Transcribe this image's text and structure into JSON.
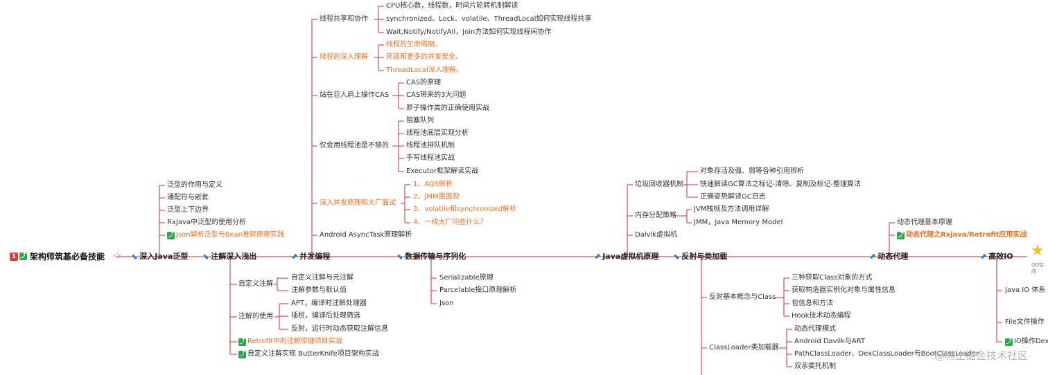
{
  "root": {
    "num_badge": "1",
    "title": "架构师筑基必备技能"
  },
  "main_nodes": {
    "generics": "深入Java泛型",
    "annotations": "注解深入浅出",
    "concurrency": "并发编程",
    "serialization": "数据传输与序列化",
    "jvm": "Java虚拟机原理",
    "reflection": "反射与类加载",
    "proxy": "动态代理",
    "io": "高效IO"
  },
  "generics": {
    "items": [
      "泛型的作用与定义",
      "通配符与嵌套",
      "泛型上下边界",
      "RxJava中泛型的使用分析"
    ],
    "highlight": "Json解析泛型与Bean推转原理实践"
  },
  "annotations": {
    "custom": {
      "label": "自定义注解",
      "items": [
        "自定义注解与元注解",
        "注解参数与默认值"
      ]
    },
    "usage": {
      "label": "注解的使用",
      "items": [
        "APT，编译时注解处理器",
        "插桩，编译后处理筛选",
        "反射，运行时动态获取注解信息"
      ]
    },
    "retrofit": "Retrofit中的注解原理项目实战",
    "butterknife": "自定义注解实现 ButterKnife项目架构实战"
  },
  "concurrency": {
    "g1": {
      "label": "线程共享和协作",
      "items": [
        "CPU核心数，线程数，时间片轮转机制解读",
        "synchronized、Lock、volatile、ThreadLocal如何实现线程共享",
        "Wait,Notify/NotifyAll，Join方法如何实现线程间协作"
      ]
    },
    "g2": {
      "label": "线程的深入理解",
      "items": [
        "线程的生命周期。",
        "死锁和更多的并发安全。",
        "ThreadLocal深入理解。"
      ]
    },
    "g3": {
      "label": "站在巨人肩上操作CAS",
      "items": [
        "CAS的原理",
        "CAS带来的3大问题",
        "原子操作类的正确使用实战"
      ]
    },
    "g4": {
      "label": "仅会用线程池是不够的",
      "items": [
        "阻塞队列",
        "线程池底层实现分析",
        "线程池排队机制",
        "手写线程池实战",
        "Executor框架解读实战"
      ]
    },
    "g5": {
      "label": "深入并发原理和大厂面试",
      "items": [
        "1、AQS解析",
        "2、JMM面面观",
        "3、volatile和synchronized解析",
        "4、一线大厂问些什么？"
      ]
    },
    "asynctask": "Android AsyncTask原理解析"
  },
  "serialization": {
    "items": [
      "Serializable原理",
      "Parcelable接口原理解析",
      "Json"
    ]
  },
  "jvm": {
    "gc": {
      "label": "垃圾回收器机制",
      "items": [
        "对象存活及强、弱等各种引用辨析",
        "快速解读GC算法之标记-清除、复制及标记-整理算法",
        "正确姿势解读GC日志"
      ]
    },
    "mem": {
      "label": "内存分配策略",
      "items": [
        "JVM栈帧及方法调用详解",
        "JMM，Java Memory Model"
      ]
    },
    "dalvik": "Dalvik虚拟机"
  },
  "reflection": {
    "basics": {
      "label": "反射基本概念与Class",
      "items": [
        "三种获取Class对象的方式",
        "获取构造器实例化对象与属性信息",
        "包信息和方法",
        "Hook技术动态编程"
      ]
    },
    "loader": {
      "label": "ClassLoader类加载器",
      "items": [
        "动态代理模式",
        "Android Davilk与ART",
        "PathClassLoader、DexClassLoader与BootClassLoader",
        "双亲委托机制"
      ]
    }
  },
  "proxy": {
    "item": "动态代理基本原理",
    "highlight": "动态代理之Rxjava/Retrofit应用实战"
  },
  "io": {
    "items": [
      "Java IO 体系",
      "File文件操作"
    ],
    "last": "IO操作Dex"
  },
  "qq_tag": "QQ空间",
  "watermark": "@稀土掘金技术社区"
}
